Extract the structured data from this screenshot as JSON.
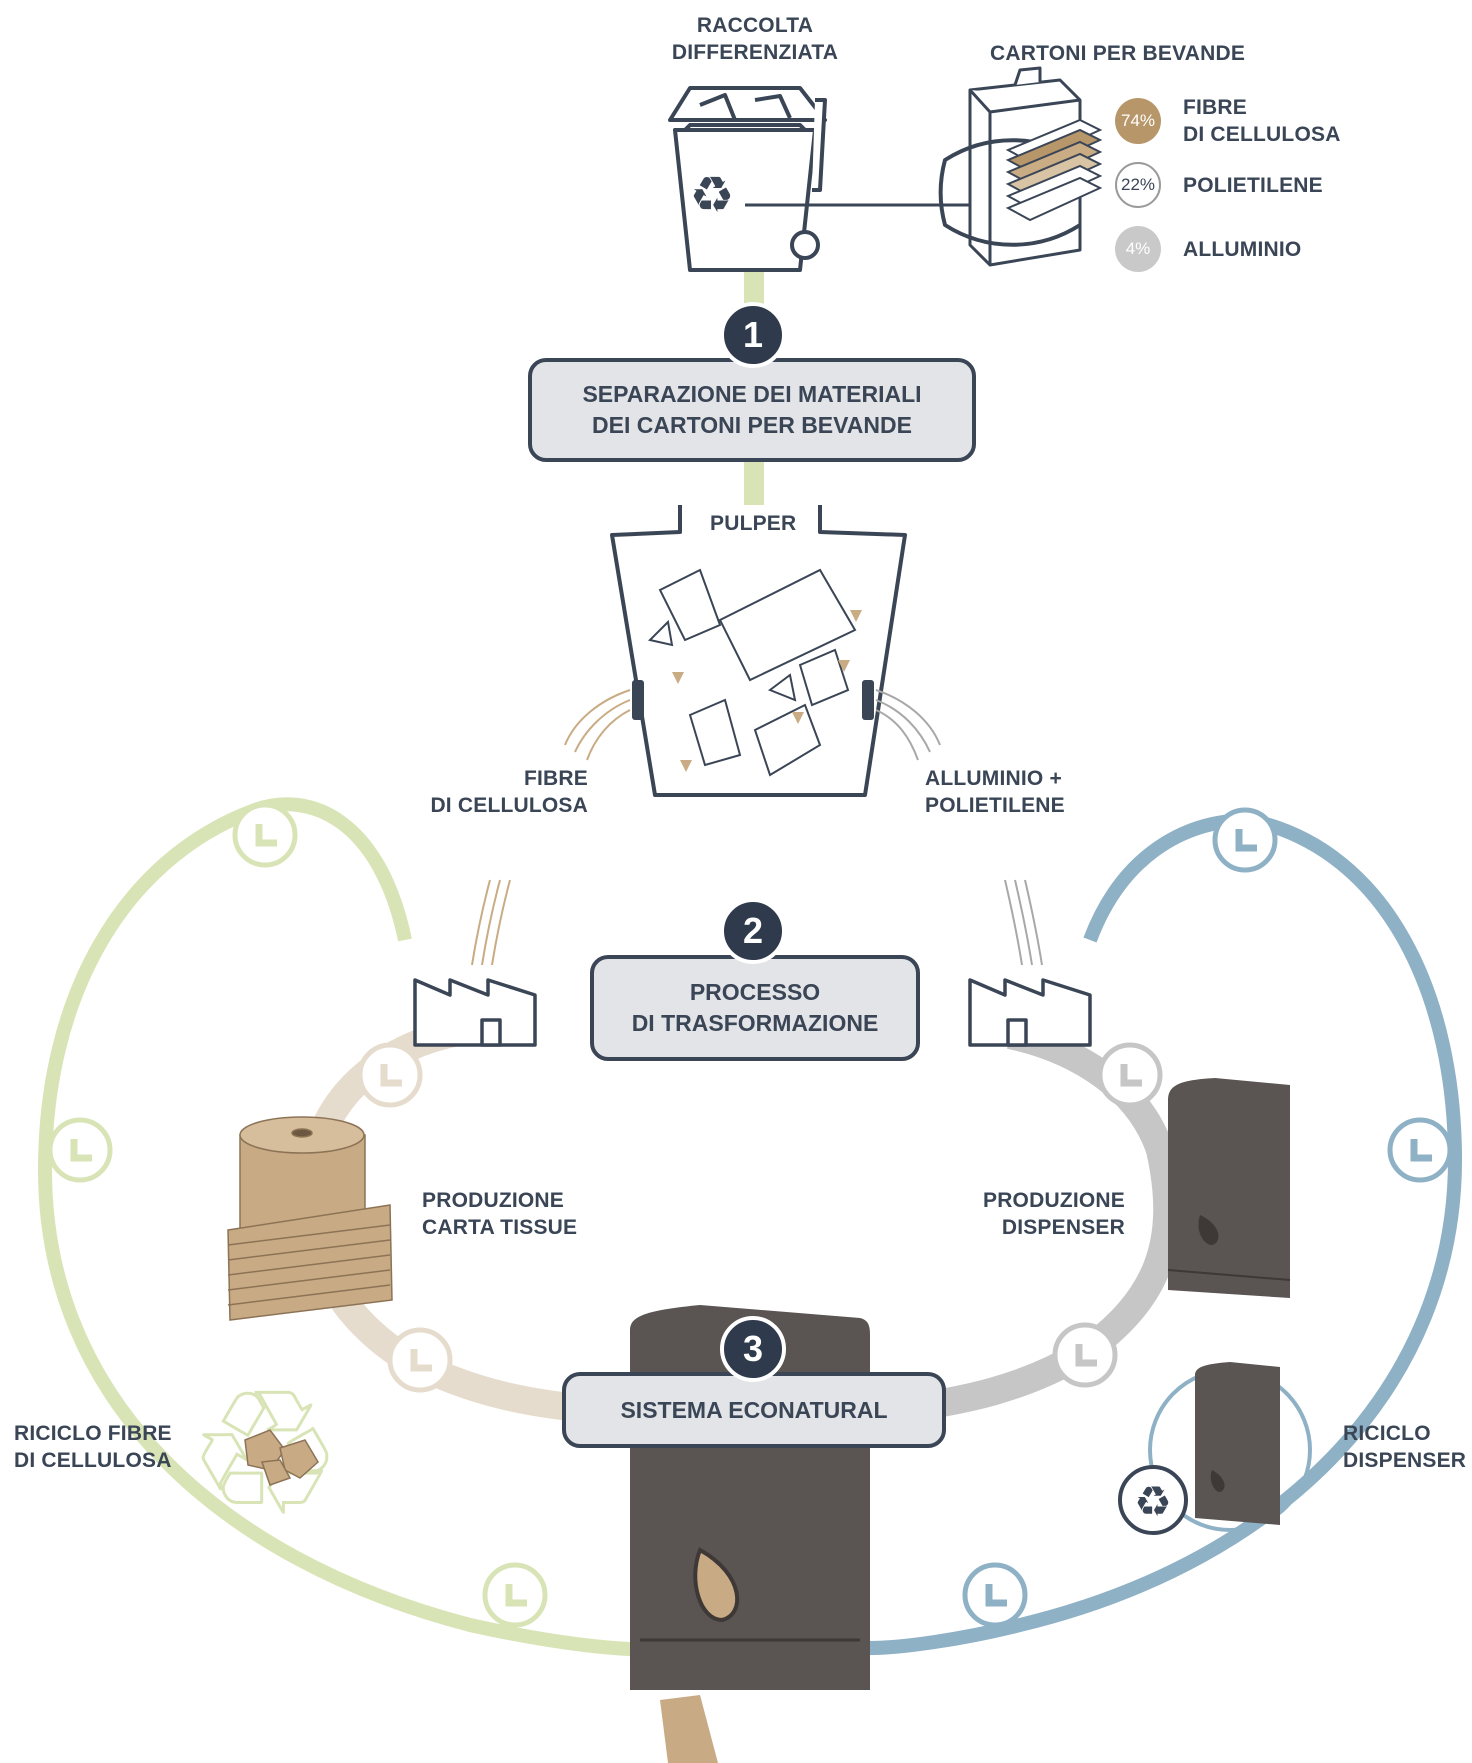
{
  "top": {
    "bin_label": [
      "RACCOLTA",
      "DIFFERENZIATA"
    ],
    "carton_label": "CARTONI PER BEVANDE"
  },
  "composition": [
    {
      "percent": "74%",
      "label_lines": [
        "FIBRE",
        "DI CELLULOSA"
      ],
      "color": "#b7966a"
    },
    {
      "percent": "22%",
      "label_lines": [
        "POLIETILENE"
      ],
      "color": "#ffffff"
    },
    {
      "percent": "4%",
      "label_lines": [
        "ALLUMINIO"
      ],
      "color": "#c9c9c9"
    }
  ],
  "steps": [
    {
      "number": "1",
      "lines": [
        "SEPARAZIONE DEI MATERIALI",
        "DEI CARTONI PER BEVANDE"
      ]
    },
    {
      "number": "2",
      "lines": [
        "PROCESSO",
        "DI TRASFORMAZIONE"
      ]
    },
    {
      "number": "3",
      "lines": [
        "SISTEMA ECONATURAL"
      ]
    }
  ],
  "pulper_label": "PULPER",
  "outputs": {
    "fibre": [
      "FIBRE",
      "DI CELLULOSA"
    ],
    "alu": [
      "ALLUMINIO +",
      "POLIETILENE"
    ]
  },
  "production": {
    "tissue": [
      "PRODUZIONE",
      "CARTA TISSUE"
    ],
    "dispenser": [
      "PRODUZIONE",
      "DISPENSER"
    ]
  },
  "recycle": {
    "fibre": [
      "RICICLO FIBRE",
      "DI CELLULOSA"
    ],
    "dispenser": [
      "RICICLO",
      "DISPENSER"
    ]
  },
  "colors": {
    "dark": "#3a4556",
    "green_loop": "#d9e4b6",
    "beige_loop": "#e6dccd",
    "grey_loop": "#c6c6c6",
    "blue_loop": "#8fb1c6",
    "tissue": "#c8aa85",
    "dispenser": "#5a5452"
  }
}
